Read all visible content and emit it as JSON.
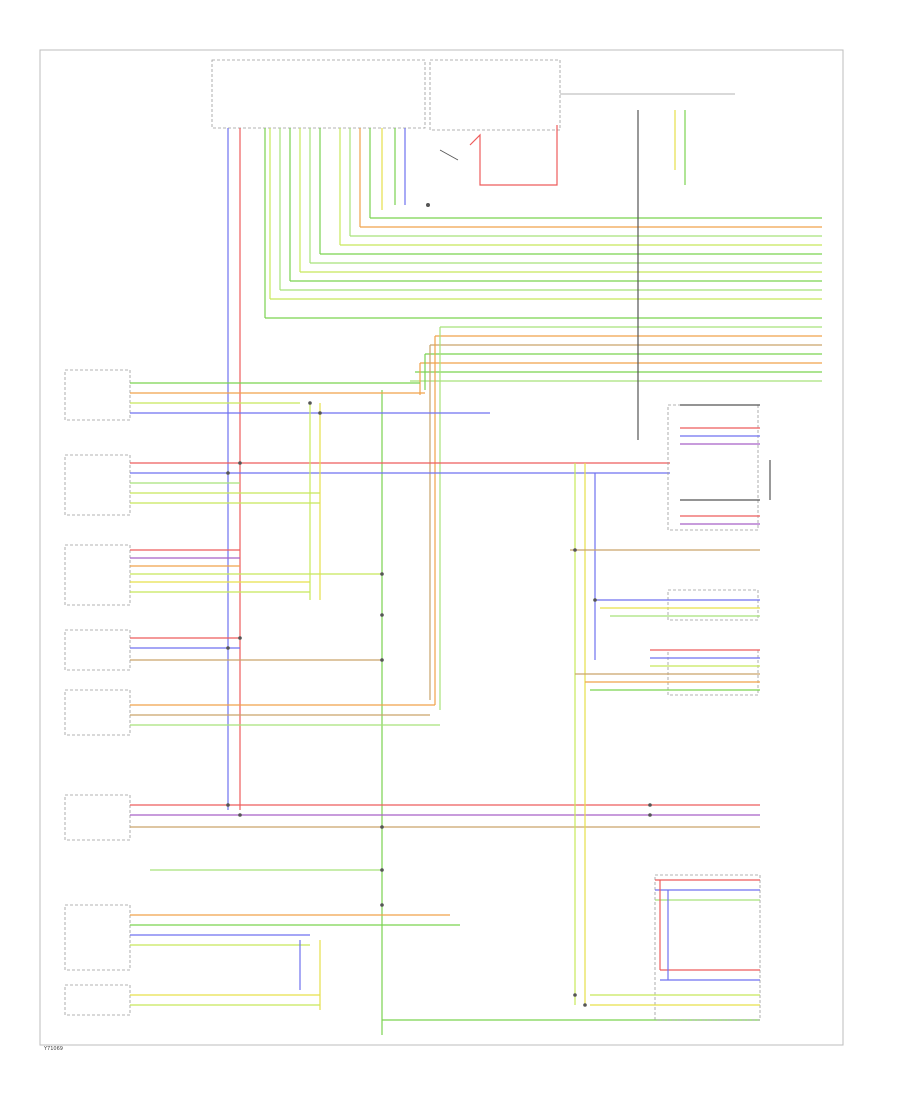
{
  "footer": {
    "figure_code": "Y71069"
  },
  "colors": {
    "green": "#7ad34f",
    "lightgreen": "#a8e27a",
    "yellowgreen": "#c8e85a",
    "red": "#ee5c5c",
    "blue": "#6f72f0",
    "violet": "#a860c8",
    "orange": "#f0a24a",
    "tan": "#c9a46a",
    "yellow": "#e6e04a",
    "gray": "#9a9a9a",
    "frame": "#bdbdbd"
  },
  "modules": [
    {
      "id": "top-left-module",
      "label": ""
    },
    {
      "id": "junction-box-top",
      "label": ""
    },
    {
      "id": "fuse-box-top",
      "label": ""
    },
    {
      "id": "left-module-1",
      "label": ""
    },
    {
      "id": "left-module-2",
      "label": ""
    },
    {
      "id": "left-module-3",
      "label": ""
    },
    {
      "id": "left-module-4",
      "label": ""
    },
    {
      "id": "left-module-5",
      "label": ""
    },
    {
      "id": "left-module-6",
      "label": ""
    },
    {
      "id": "left-module-7",
      "label": ""
    },
    {
      "id": "left-module-8",
      "label": ""
    },
    {
      "id": "right-module-1",
      "label": ""
    },
    {
      "id": "right-module-2",
      "label": ""
    },
    {
      "id": "right-module-3",
      "label": ""
    },
    {
      "id": "right-module-4",
      "label": ""
    }
  ]
}
